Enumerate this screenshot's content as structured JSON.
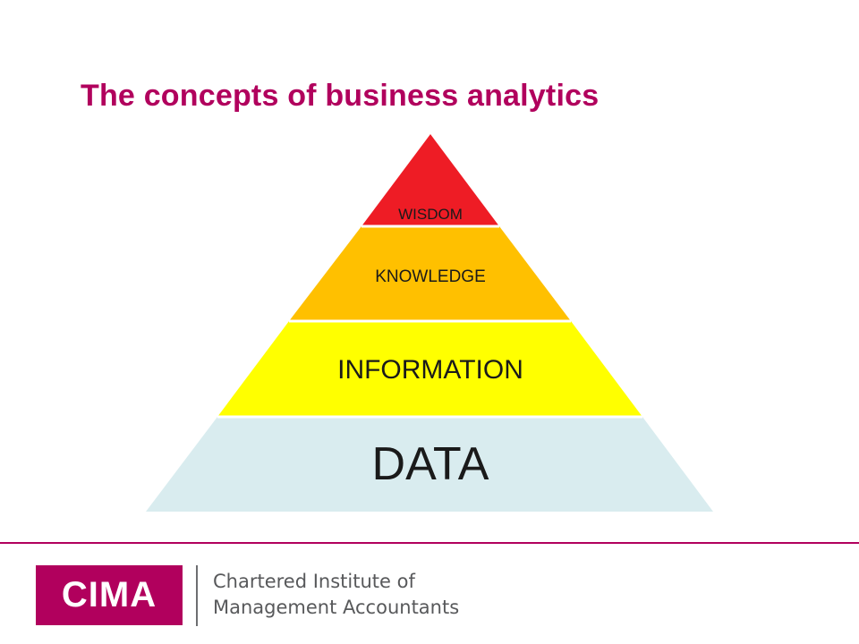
{
  "slide": {
    "title": "The concepts of business analytics"
  },
  "pyramid": {
    "levels": [
      {
        "label": "WISDOM",
        "color": "#ee1c25"
      },
      {
        "label": "KNOWLEDGE",
        "color": "#ffc000"
      },
      {
        "label": "INFORMATION",
        "color": "#ffff00"
      },
      {
        "label": "DATA",
        "color": "#d9ecef"
      }
    ]
  },
  "footer": {
    "logo_text": "CIMA",
    "org_line1": "Chartered Institute of",
    "org_line2": "Management Accountants"
  },
  "colors": {
    "brand": "#b1005d",
    "divider": "#6d6e71",
    "separator": "#ffffff"
  }
}
